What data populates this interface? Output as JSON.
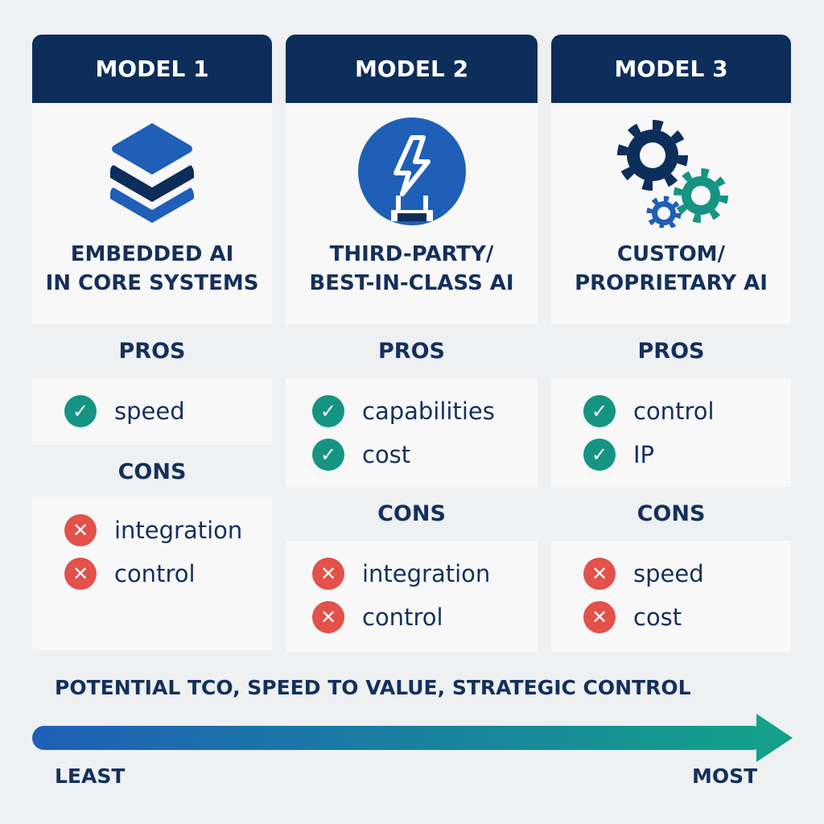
{
  "models": [
    {
      "header": "MODEL 1",
      "title_1": "EMBEDDED AI",
      "title_2": "IN CORE SYSTEMS",
      "icon": "layers-icon",
      "pros_label": "PROS",
      "cons_label": "CONS",
      "pros": [
        "speed"
      ],
      "cons": [
        "integration",
        "control"
      ]
    },
    {
      "header": "MODEL 2",
      "title_1": "THIRD-PARTY/",
      "title_2": "BEST-IN-CLASS AI",
      "icon": "plug-lightning-icon",
      "pros_label": "PROS",
      "cons_label": "CONS",
      "pros": [
        "capabilities",
        "cost"
      ],
      "cons": [
        "integration",
        "control"
      ]
    },
    {
      "header": "MODEL 3",
      "title_1": "CUSTOM/",
      "title_2": "PROPRIETARY AI",
      "icon": "gears-icon",
      "pros_label": "PROS",
      "cons_label": "CONS",
      "pros": [
        "control",
        "IP"
      ],
      "cons": [
        "speed",
        "cost"
      ]
    }
  ],
  "axis": {
    "label": "POTENTIAL TCO, SPEED TO VALUE, STRATEGIC CONTROL",
    "least": "LEAST",
    "most": "MOST"
  },
  "colors": {
    "navy": "#0d2d5b",
    "blue": "#1f5fb8",
    "teal": "#169483",
    "red": "#e2514a"
  }
}
